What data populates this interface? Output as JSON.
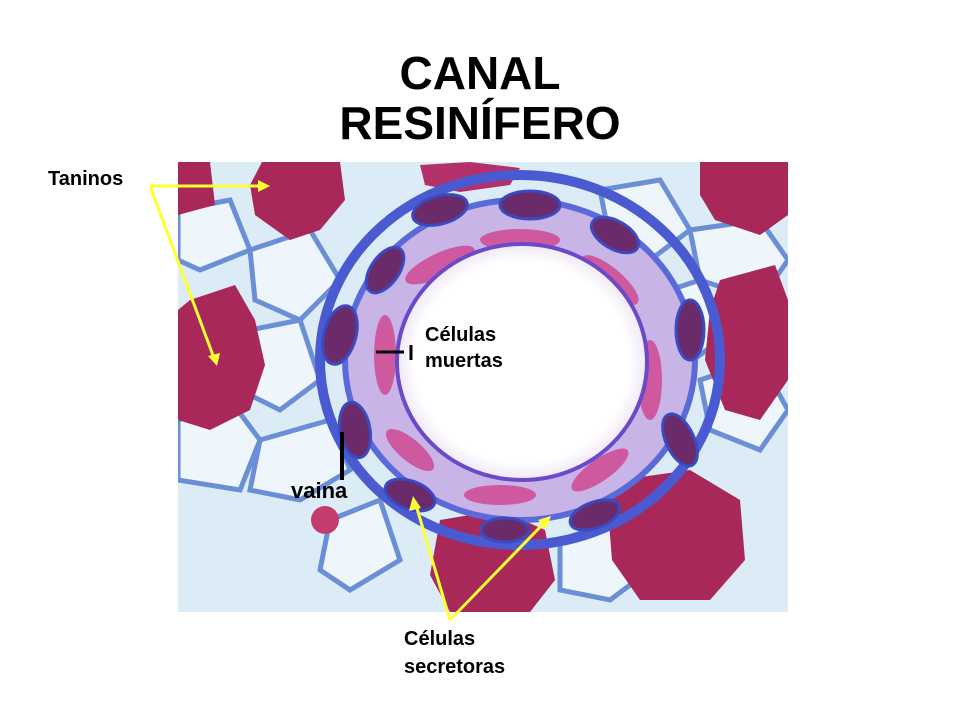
{
  "title": {
    "line1": "CANAL",
    "line2": "RESINÍFERO"
  },
  "labels": {
    "taninos": "Taninos",
    "muertas_1": "Células",
    "muertas_2": "muertas",
    "vaina": "vaina",
    "secretoras_1": "Células",
    "secretoras_2": "secretoras"
  },
  "colors": {
    "background": "#ffffff",
    "pointer_yellow": "#ffff33",
    "tannin": "#a8285a",
    "cell_wall": "#5a6ad8",
    "cytoplasm": "#7a2a72"
  }
}
